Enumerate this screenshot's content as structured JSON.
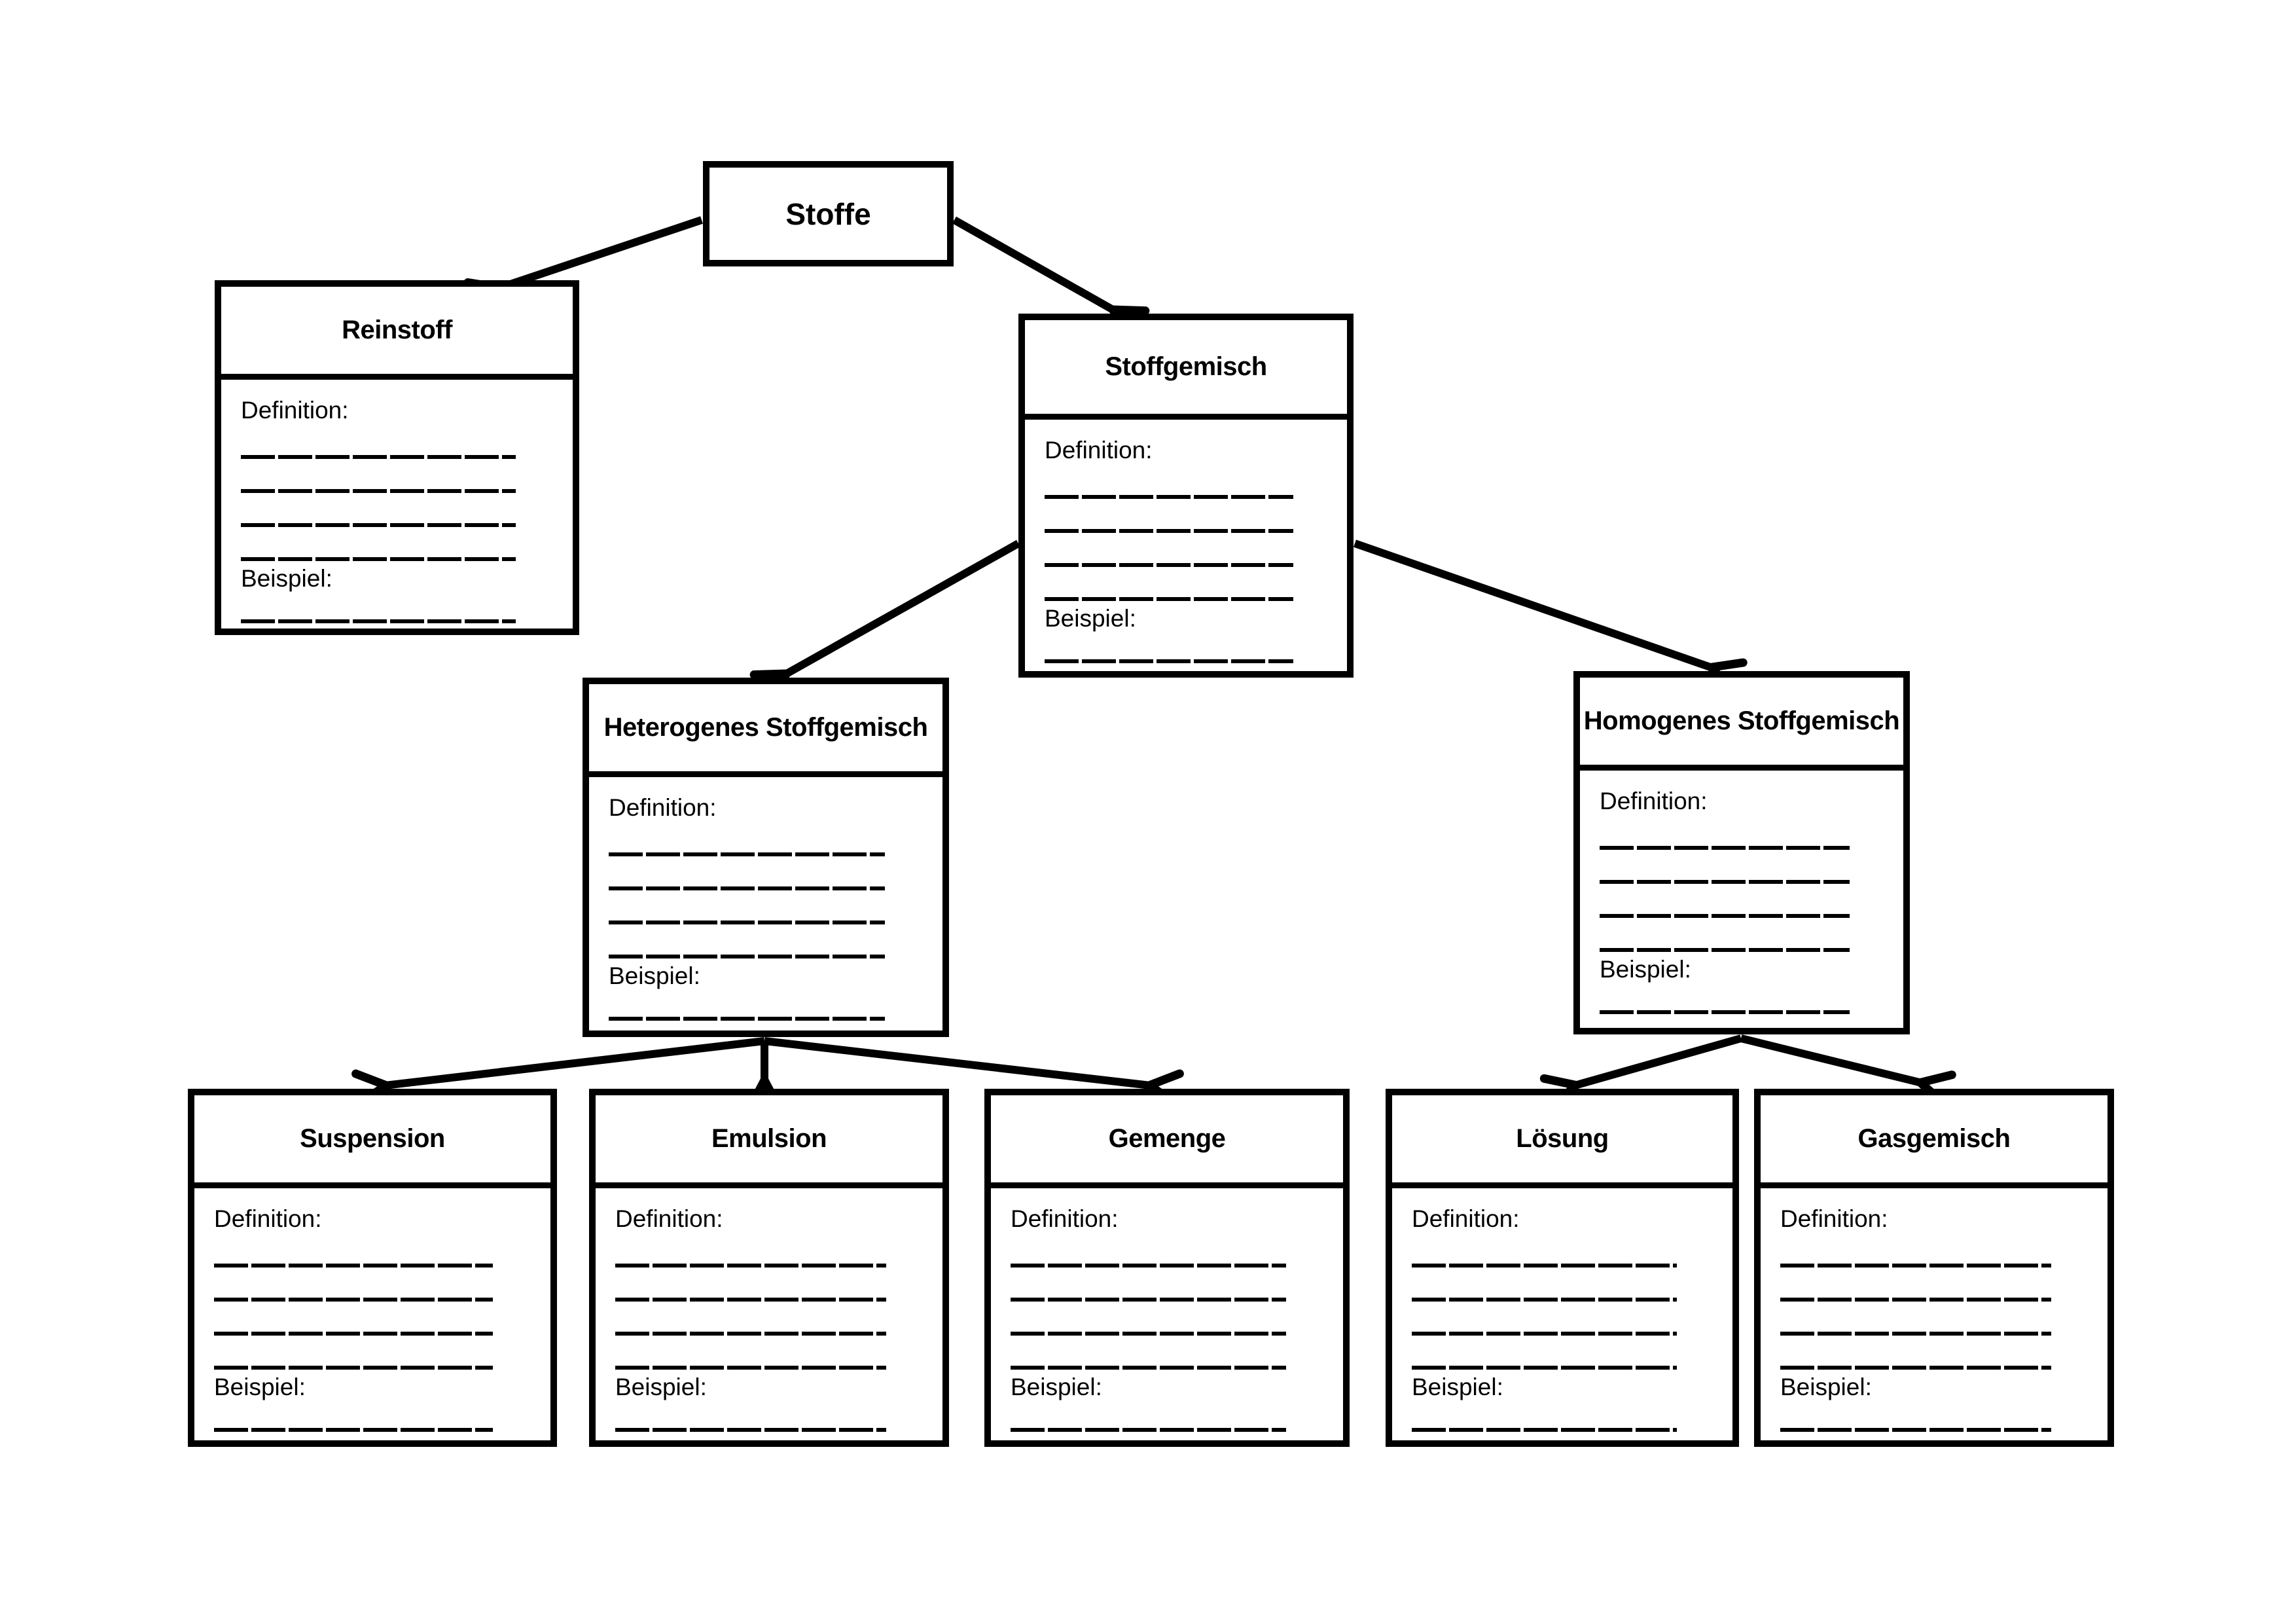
{
  "document": {
    "type": "worksheet-concept-map",
    "language": "de",
    "topic": "Stoffe"
  },
  "colors": {
    "ink": "#000000",
    "background": "#ffffff"
  },
  "labels": {
    "definition": "Definition:",
    "beispiel": "Beispiel:"
  },
  "nodes": {
    "stoffe": {
      "title": "Stoffe"
    },
    "reinstoff": {
      "title": "Reinstoff",
      "definition_lines": 4,
      "beispiel_lines": 1
    },
    "stoffgemisch": {
      "title": "Stoffgemisch",
      "definition_lines": 4,
      "beispiel_lines": 1
    },
    "heterogenes": {
      "title": "Heterogenes Stoffgemisch",
      "definition_lines": 4,
      "beispiel_lines": 1
    },
    "homogenes": {
      "title": "Homogenes Stoffgemisch",
      "definition_lines": 4,
      "beispiel_lines": 1
    },
    "suspension": {
      "title": "Suspension",
      "definition_lines": 4,
      "beispiel_lines": 1
    },
    "emulsion": {
      "title": "Emulsion",
      "definition_lines": 4,
      "beispiel_lines": 1
    },
    "gemenge": {
      "title": "Gemenge",
      "definition_lines": 4,
      "beispiel_lines": 1
    },
    "loesung": {
      "title": "Lösung",
      "definition_lines": 4,
      "beispiel_lines": 1
    },
    "gasgemisch": {
      "title": "Gasgemisch",
      "definition_lines": 4,
      "beispiel_lines": 1
    }
  },
  "edges": [
    {
      "from": "Stoffe",
      "to": "Reinstoff"
    },
    {
      "from": "Stoffe",
      "to": "Stoffgemisch"
    },
    {
      "from": "Stoffgemisch",
      "to": "Heterogenes Stoffgemisch"
    },
    {
      "from": "Stoffgemisch",
      "to": "Homogenes Stoffgemisch"
    },
    {
      "from": "Heterogenes Stoffgemisch",
      "to": "Suspension"
    },
    {
      "from": "Heterogenes Stoffgemisch",
      "to": "Emulsion"
    },
    {
      "from": "Heterogenes Stoffgemisch",
      "to": "Gemenge"
    },
    {
      "from": "Homogenes Stoffgemisch",
      "to": "Lösung"
    },
    {
      "from": "Homogenes Stoffgemisch",
      "to": "Gasgemisch"
    }
  ]
}
